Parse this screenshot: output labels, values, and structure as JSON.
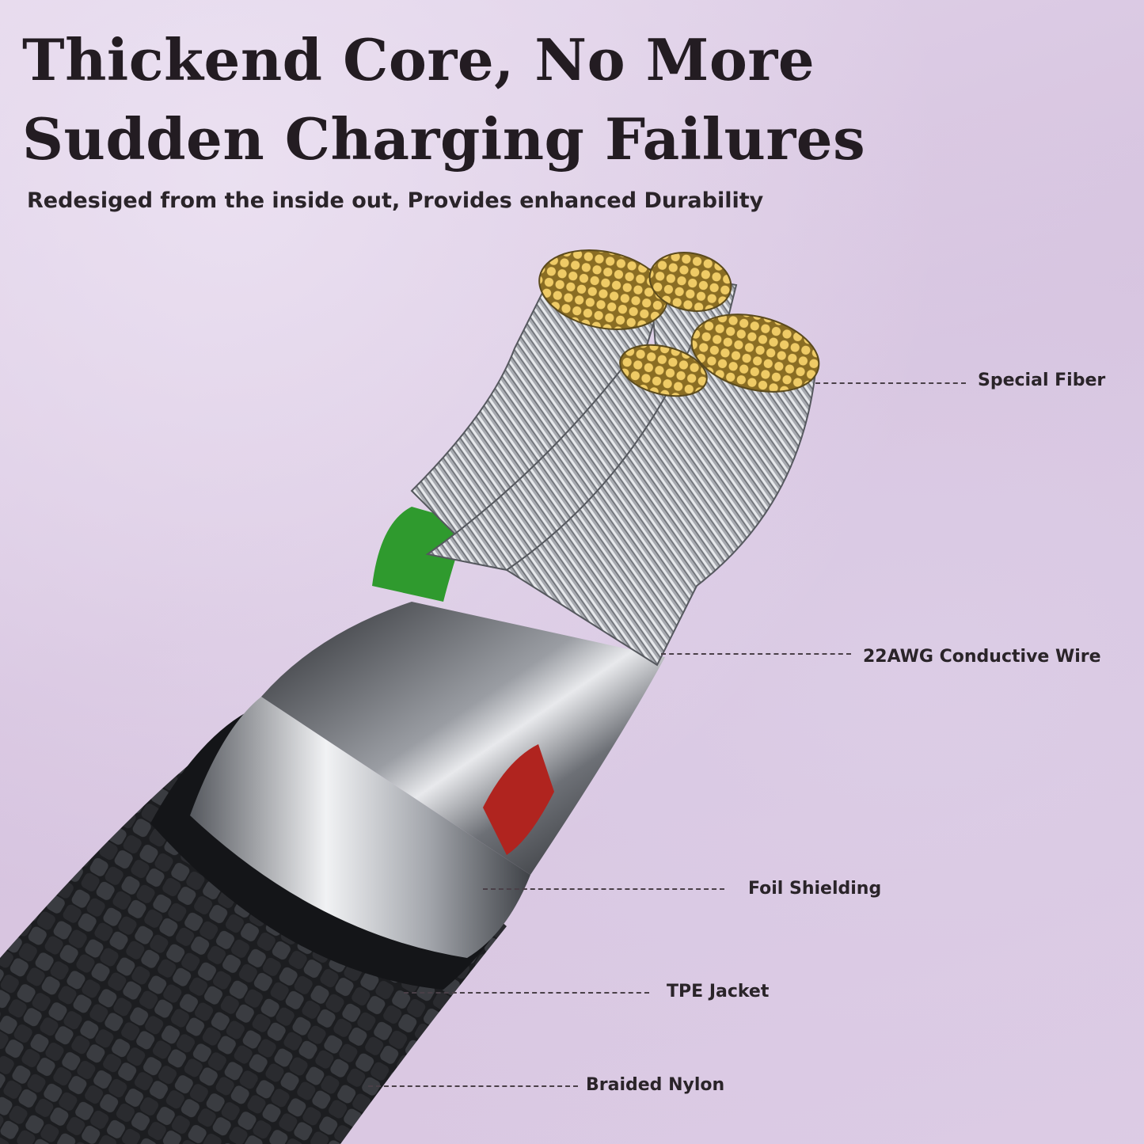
{
  "headline": {
    "line1": "Thickend Core, No More",
    "line2": "Sudden Charging Failures"
  },
  "subtitle": "Redesiged from the inside out, Provides enhanced Durability",
  "callouts": [
    {
      "label": "Special Fiber"
    },
    {
      "label": "22AWG Conductive Wire"
    },
    {
      "label": "Foil Shielding"
    },
    {
      "label": "TPE Jacket"
    },
    {
      "label": "Braided Nylon"
    }
  ],
  "colors": {
    "background": "#dccbe4",
    "text": "#231c22",
    "fiber_gold": "#e8c25a",
    "wire_silver": "#b9bcc2",
    "insulation_green": "#2f9a2e",
    "insulation_red": "#b0241f",
    "braid_black": "#1c1d20"
  }
}
